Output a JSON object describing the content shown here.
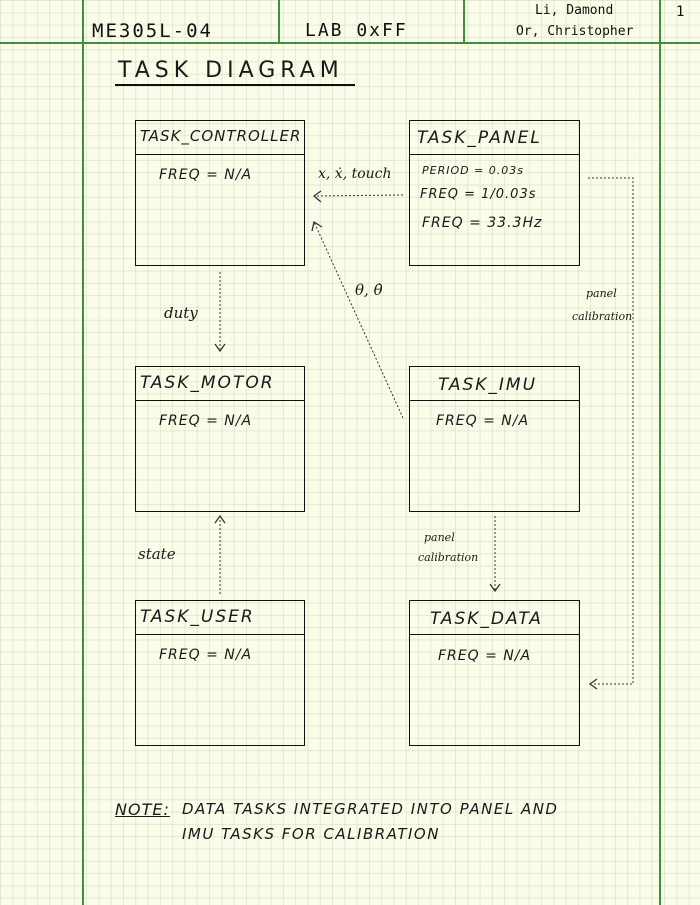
{
  "header": {
    "course": "ME305L-04",
    "lab": "LAB 0xFF",
    "author_1": "Li, Damond",
    "author_2": "Or, Christopher",
    "page_number": "1"
  },
  "title": "TASK DIAGRAM",
  "tasks": {
    "controller": {
      "name": "TASK_CONTROLLER",
      "lines": [
        "FREQ = N/A"
      ]
    },
    "panel": {
      "name": "TASK_PANEL",
      "lines": [
        "PERIOD = 0.03s",
        "FREQ = 1/0.03s",
        "FREQ = 33.3Hz"
      ]
    },
    "motor": {
      "name": "TASK_MOTOR",
      "lines": [
        "FREQ = N/A"
      ]
    },
    "imu": {
      "name": "TASK_IMU",
      "lines": [
        "FREQ = N/A"
      ]
    },
    "user": {
      "name": "TASK_USER",
      "lines": [
        "FREQ = N/A"
      ]
    },
    "data": {
      "name": "TASK_DATA",
      "lines": [
        "FREQ = N/A"
      ]
    }
  },
  "edges": {
    "panel_to_controller": "x, ẋ, touch",
    "imu_to_controller": "θ, θ̇",
    "controller_to_motor": "duty",
    "user_to_motor": "state",
    "imu_to_data_1": "panel",
    "imu_to_data_2": "calibration",
    "panel_to_data_1": "panel",
    "panel_to_data_2": "calibration"
  },
  "note": {
    "label": "NOTE:",
    "line1": "DATA TASKS INTEGRATED INTO PANEL AND",
    "line2": "IMU TASKS FOR CALIBRATION"
  }
}
